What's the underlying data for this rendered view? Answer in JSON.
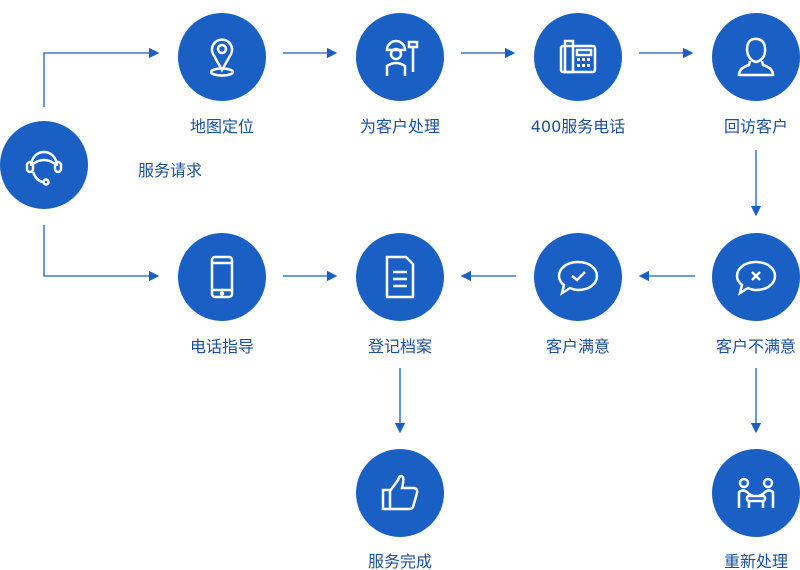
{
  "colors": {
    "node": "#1a5fc4",
    "line": "#1a5fc4",
    "label": "#1d4f9c"
  },
  "nodes": {
    "request": {
      "label": "服务请求",
      "icon": "headset-icon"
    },
    "map": {
      "label": "地图定位",
      "icon": "map-pin-icon"
    },
    "handle": {
      "label": "为客户处理",
      "icon": "worker-icon"
    },
    "hotline": {
      "label": "400服务电话",
      "icon": "telephone-icon"
    },
    "callback": {
      "label": "回访客户",
      "icon": "person-icon"
    },
    "phone_guide": {
      "label": "电话指导",
      "icon": "smartphone-icon"
    },
    "record": {
      "label": "登记档案",
      "icon": "document-icon"
    },
    "satisfied": {
      "label": "客户满意",
      "icon": "chat-check-icon"
    },
    "unsatisfied": {
      "label": "客户不满意",
      "icon": "chat-x-icon"
    },
    "done": {
      "label": "服务完成",
      "icon": "thumbs-up-icon"
    },
    "reprocess": {
      "label": "重新处理",
      "icon": "meeting-icon"
    }
  }
}
